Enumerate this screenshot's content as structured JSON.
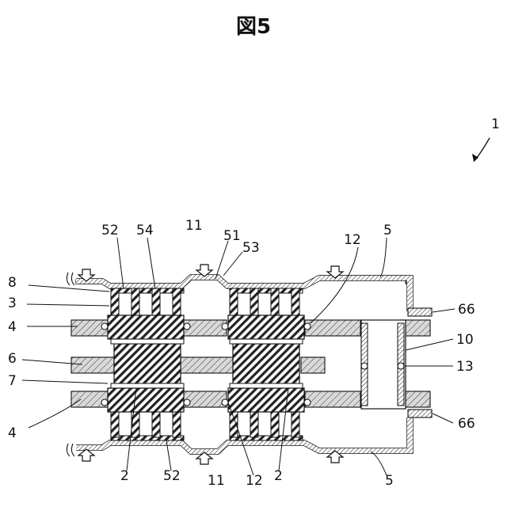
{
  "title": "図5",
  "labels": {
    "device": "1",
    "l52_top": "52",
    "l54": "54",
    "l11_top": "11",
    "l51": "51",
    "l53": "53",
    "l12_top": "12",
    "l5_top": "5",
    "l8": "8",
    "l3": "3",
    "l4_top": "4",
    "l66_top": "66",
    "l10": "10",
    "l6": "6",
    "l13": "13",
    "l7": "7",
    "l4_bot": "4",
    "l66_bot": "66",
    "l2_left": "2",
    "l52_bot": "52",
    "l11_bot": "11",
    "l12_bot": "12",
    "l2_right": "2",
    "l5_bot": "5"
  },
  "colors": {
    "line": "#111111",
    "hatch_light": "#cfcfcf",
    "white": "#ffffff"
  }
}
